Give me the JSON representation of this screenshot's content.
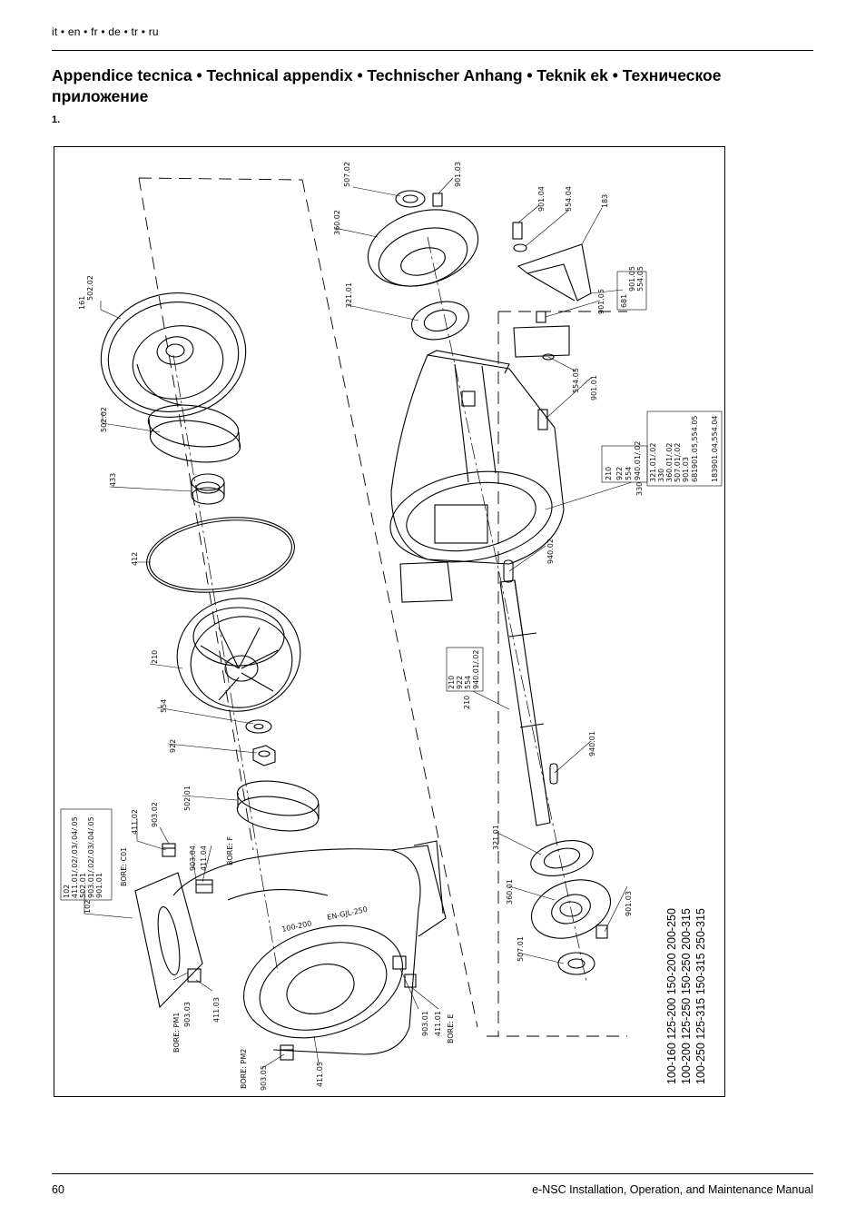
{
  "header": {
    "languages": "it • en • fr • de • tr • ru",
    "title": "Appendice tecnica • Technical appendix • Technischer Anhang • Teknik ek • Техническое приложение",
    "figure_number": "1."
  },
  "figure": {
    "labels": {
      "l161": "161",
      "l50202a": "502.02",
      "l50202b": "502.02",
      "l433": "433",
      "l412": "412",
      "l210": "210",
      "l554": "554",
      "l922": "922",
      "l50201": "502.01",
      "l41102": "411.02",
      "l90302": "903.02",
      "l90304": "903.04",
      "l41104": "411.04",
      "boreC01": "BORE: C01",
      "boreF": "BORE: F",
      "l102": "102",
      "boxA1": "102",
      "boxA2": "411.01/.02/.03/.04/.05",
      "boxA3": "502.01",
      "boxA4": "903.01/.02/.03/.04/.05",
      "boxA5": "901.01",
      "borePM1": "BORE: PM1",
      "l90303": "903.03",
      "l41103": "411.03",
      "borePM2": "BORE: PM2",
      "l90305": "903.05",
      "l41105": "411.05",
      "l90301": "903.01",
      "l41101": "411.01",
      "boreE": "BORE: E",
      "l50701": "507.01",
      "l36001": "360.01",
      "l32101a": "321.01",
      "l90103": "901.03",
      "l94001": "940.01",
      "boxB1": "210",
      "boxB2": "922",
      "boxB3": "554",
      "boxB4": "940.01/.02",
      "l210b": "210",
      "l94002": "940.02",
      "l330": "330",
      "boxC1": "210",
      "boxC2": "922",
      "boxC3": "554",
      "boxC4": "940.01/.02",
      "boxD1": "321.01/.02",
      "boxD2": "330",
      "boxD3": "360.01/.02",
      "boxD4": "507.01/.02",
      "boxD5": "901.03",
      "boxD6": "681",
      "boxD6b": "901.05,554.05",
      "boxD7": "183",
      "boxD7b": "901.04,554.04",
      "l55405": "554.05",
      "l90101": "901.01",
      "l90105": "901.05",
      "boxE1": "681",
      "boxE2": "901.05",
      "boxE3": "554.05",
      "l50702": "507.02",
      "l90103b": "901.03",
      "l36002": "360.02",
      "l32101b": "321.01",
      "l90104": "901.04",
      "l55404": "554.04",
      "l183": "183",
      "casting1": "100-200",
      "casting2": "EN-GJL-250"
    },
    "sizes": {
      "row1": "100-160  125-200  150-200  200-250",
      "row2": "100-200  125-250  150-250  200-315",
      "row3": "100-250  125-315  150-315  250-315"
    }
  },
  "footer": {
    "page_number": "60",
    "manual_title": "e-NSC Installation, Operation, and Maintenance Manual"
  }
}
